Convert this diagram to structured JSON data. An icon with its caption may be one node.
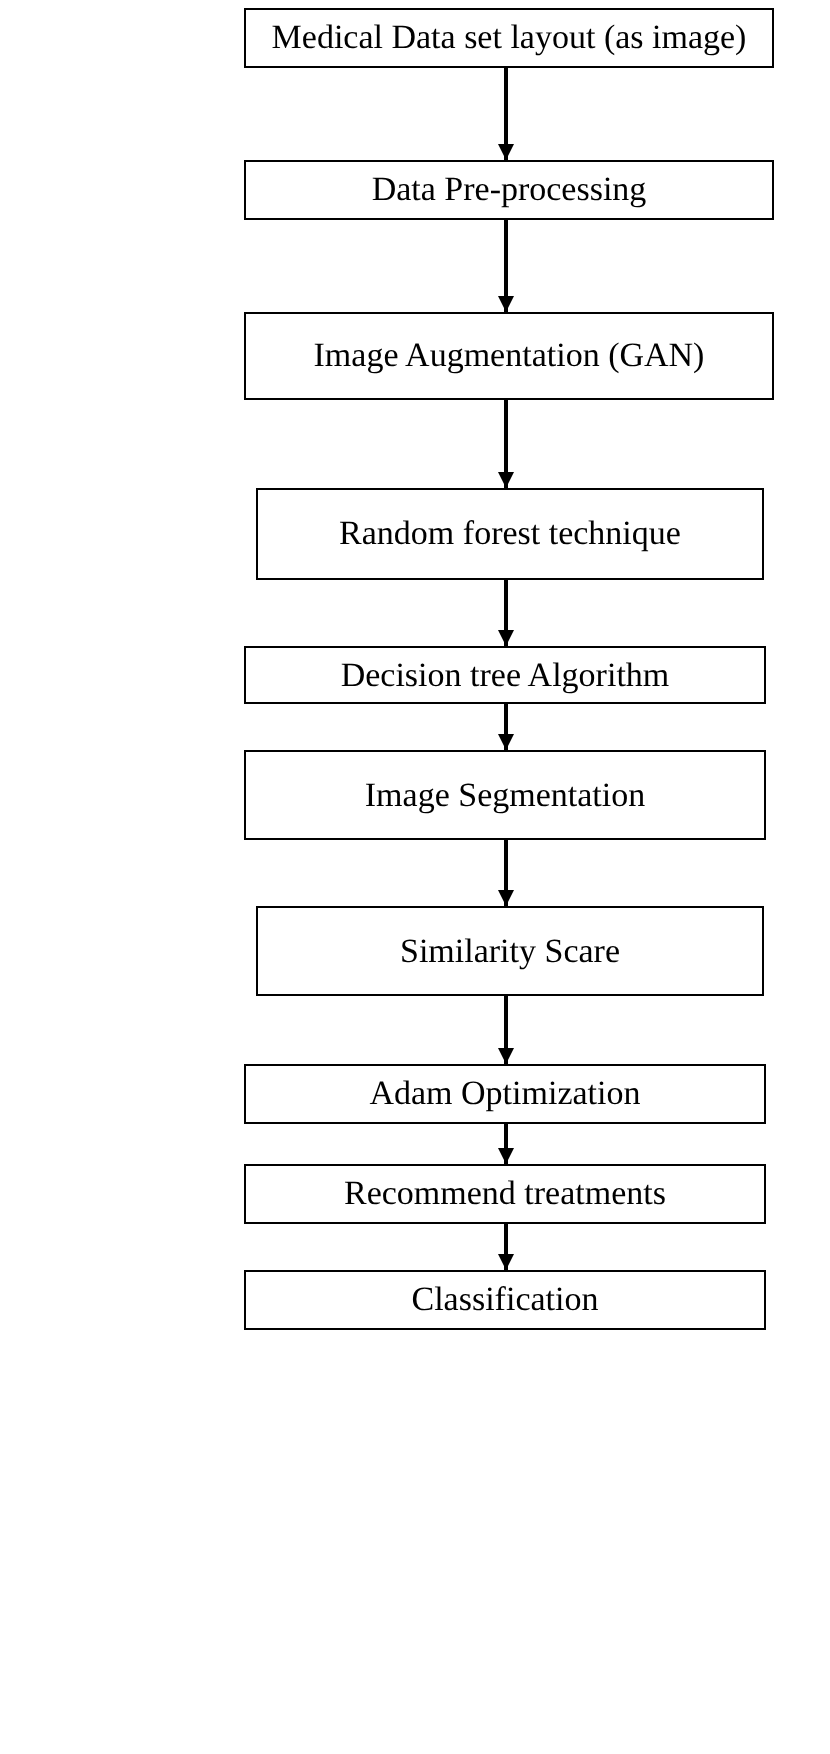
{
  "diagram": {
    "nodes": [
      {
        "text": [
          "Medical Data set layout (as image)"
        ]
      },
      {
        "text": [
          "Data Pre-processing"
        ]
      },
      {
        "text": [
          "Image Augmentation (GAN)"
        ]
      },
      {
        "text": [
          "Random forest technique"
        ]
      },
      {
        "text": [
          "Decision tree Algorithm"
        ]
      },
      {
        "text": [
          "Image Segmentation"
        ]
      },
      {
        "text": [
          "Similarity Scare"
        ]
      },
      {
        "text": [
          "Adam Optimization"
        ]
      },
      {
        "text": [
          "Recommend treatments"
        ]
      },
      {
        "text": [
          "Classification"
        ]
      }
    ],
    "edges": [
      {
        "from": 0,
        "to": 1,
        "arrow": "to"
      },
      {
        "from": 1,
        "to": 2,
        "arrow": "to"
      },
      {
        "from": 2,
        "to": 3,
        "arrow": "to"
      },
      {
        "from": 3,
        "to": 4,
        "arrow": "to"
      },
      {
        "from": 4,
        "to": 5,
        "arrow": "to"
      },
      {
        "from": 5,
        "to": 6,
        "arrow": "to"
      },
      {
        "from": 6,
        "to": 7,
        "arrow": "to"
      },
      {
        "from": 7,
        "to": 8,
        "arrow": "to"
      },
      {
        "from": 8,
        "to": 9,
        "arrow": "to"
      }
    ]
  }
}
